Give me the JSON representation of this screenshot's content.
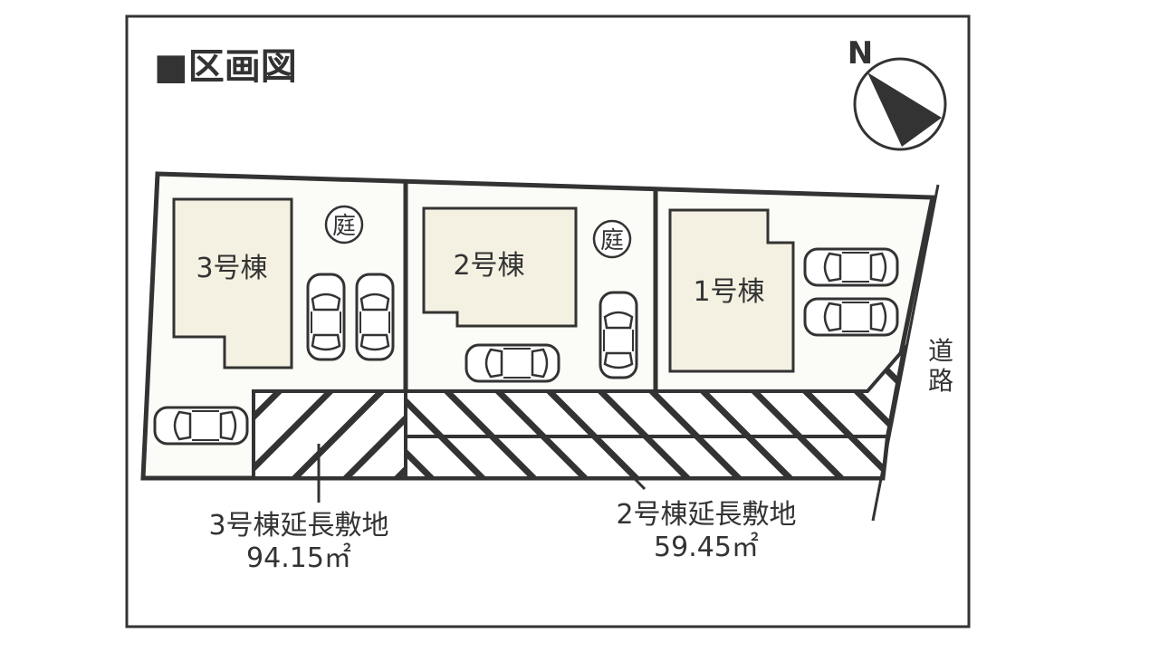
{
  "title": "■区画図",
  "compass_label": "N",
  "road_label": "道路",
  "buildings": [
    {
      "label": "3号棟"
    },
    {
      "label": "2号棟"
    },
    {
      "label": "1号棟"
    }
  ],
  "garden_label": "庭",
  "extensions": [
    {
      "label": "3号棟延長敷地",
      "area": "94.15㎡"
    },
    {
      "label": "2号棟延長敷地",
      "area": "59.45㎡"
    }
  ],
  "colors": {
    "line": "#333333",
    "building_fill": "#f4f1e2",
    "site_fill": "#fbfbf7",
    "hatch": "#333333"
  }
}
